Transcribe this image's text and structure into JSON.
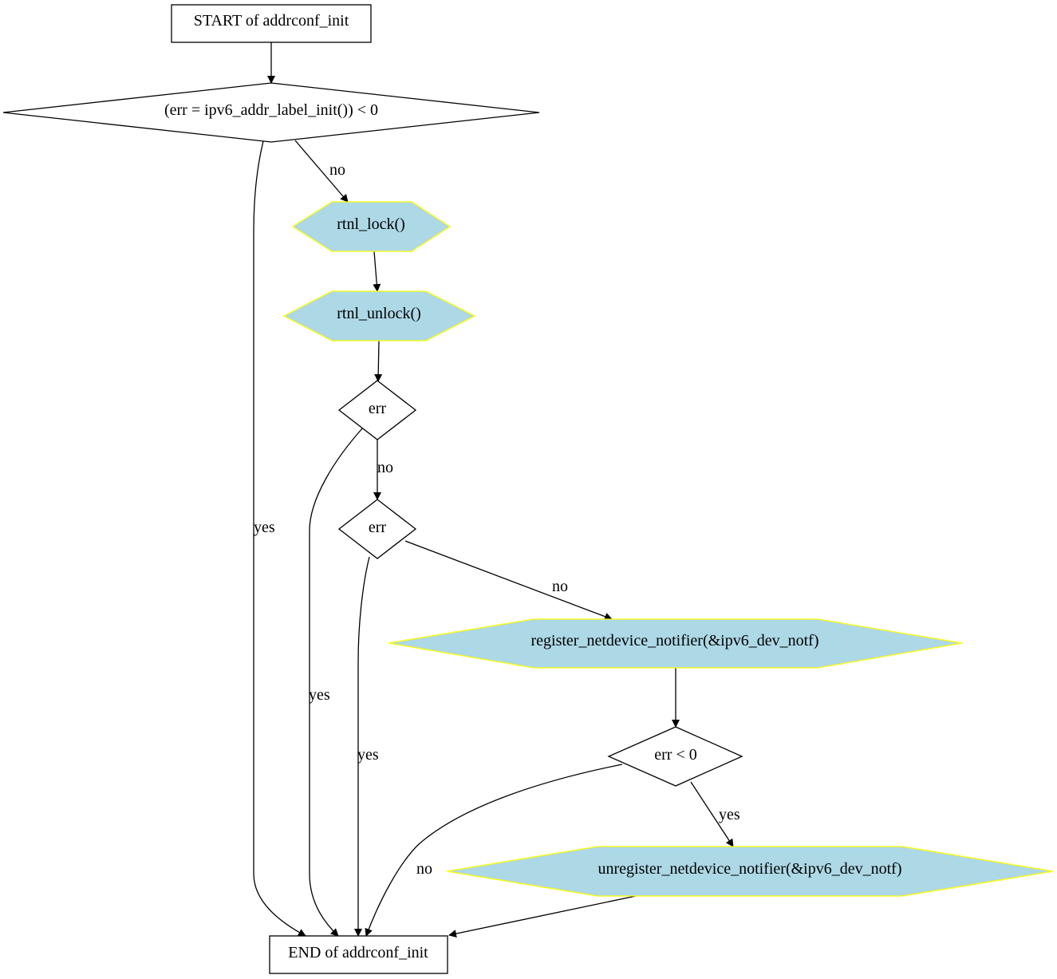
{
  "colors": {
    "call_fill": "#add8e6",
    "call_stroke": "#ffff00",
    "line": "#000000"
  },
  "nodes": {
    "start": "START of addrconf_init",
    "cond_label_init": "(err = ipv6_addr_label_init()) < 0",
    "rtnl_lock": "rtnl_lock()",
    "rtnl_unlock": "rtnl_unlock()",
    "cond_err_1": "err",
    "cond_err_2": "err",
    "register_notifier": "register_netdevice_notifier(&ipv6_dev_notf)",
    "cond_err_lt0": "err < 0",
    "unregister_notifier": "unregister_netdevice_notifier(&ipv6_dev_notf)",
    "end": "END of addrconf_init"
  },
  "edges": {
    "label_init_no": "no",
    "label_init_yes": "yes",
    "err1_no": "no",
    "err1_yes": "yes",
    "err2_no": "no",
    "err2_yes": "yes",
    "errlt0_yes": "yes",
    "errlt0_no": "no"
  }
}
